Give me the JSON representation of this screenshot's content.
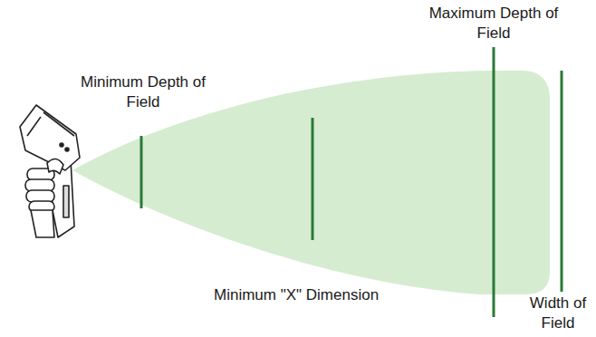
{
  "diagram": {
    "labels": [
      "Maximum Depth of Field",
      "Minimum Depth of Field",
      "Minimum \"X\" Dimension",
      "Width of Field"
    ]
  }
}
